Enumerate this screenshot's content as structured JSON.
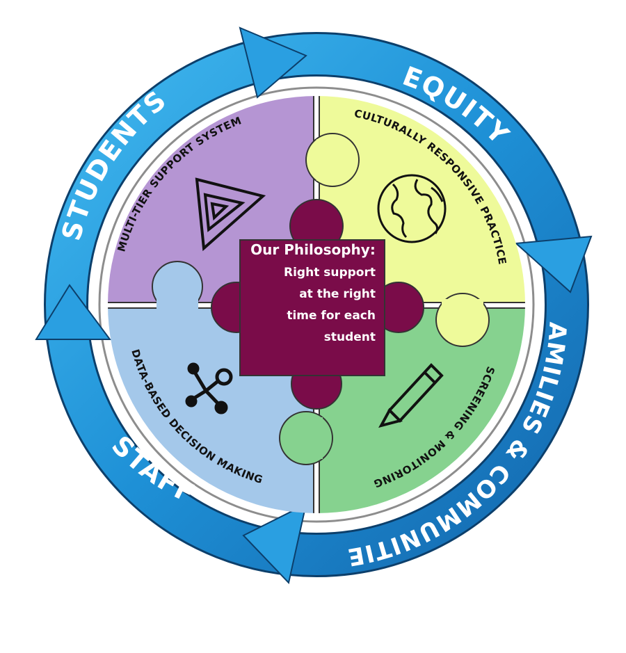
{
  "ring": {
    "labels": {
      "equity": "EQUITY",
      "families": "FAMILIES & COMMUNITIES",
      "staff": "STAFF",
      "students": "STUDENTS"
    }
  },
  "quadrants": {
    "top_left": {
      "label": "MULTI-TIER SUPPORT SYSTEM",
      "icon": "triangle-icon",
      "color": "#b595d3"
    },
    "top_right": {
      "label": "CULTURALLY RESPONSIVE PRACTICE",
      "icon": "globe-icon",
      "color": "#eefa9a"
    },
    "bottom_left": {
      "label": "DATA-BASED DECISION MAKING",
      "icon": "network-icon",
      "color": "#a4c8ea"
    },
    "bottom_right": {
      "label": "SCREENING & MONITORING",
      "icon": "pencil-icon",
      "color": "#86d28f"
    }
  },
  "center": {
    "title": "Our Philosophy:",
    "lines": [
      "Right support",
      "at the right",
      "time for each",
      "student"
    ],
    "color": "#7a0c49"
  },
  "colors": {
    "ring_dark": "#1774b7",
    "ring_light": "#3db1ea"
  }
}
